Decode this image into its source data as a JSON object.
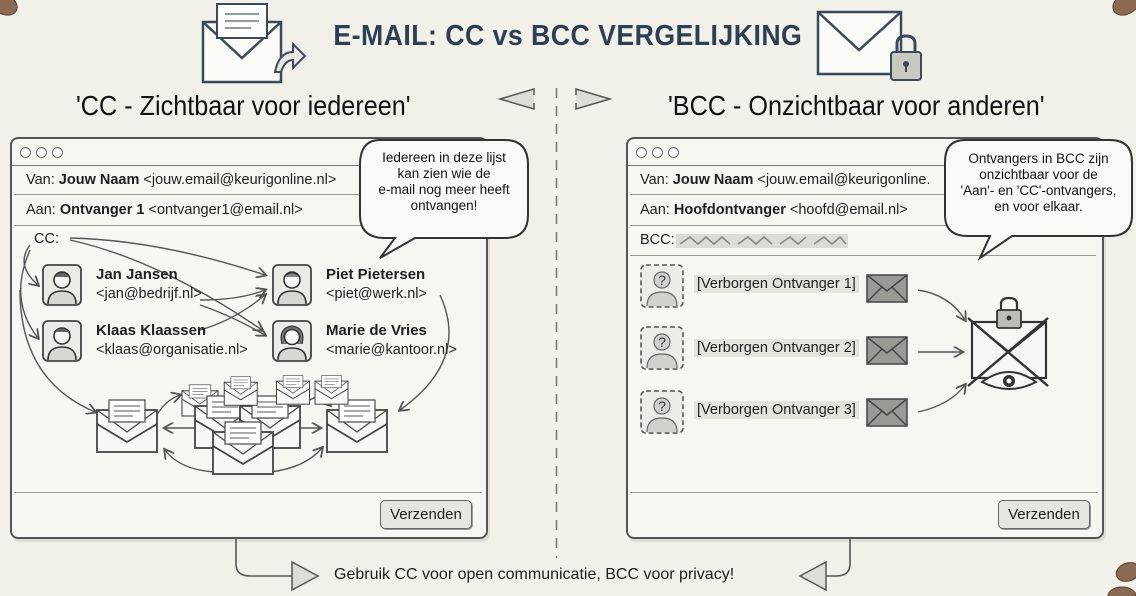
{
  "title": "E-MAIL: CC vs BCC VERGELIJKING",
  "left": {
    "heading": "'CC - Zichtbaar voor iedereen'",
    "from_label": "Van:",
    "from_name": "Jouw Naam",
    "from_email": "<jouw.email@keurigonline.nl>",
    "to_label": "Aan:",
    "to_name": "Ontvanger 1",
    "to_email": "<ontvanger1@email.nl>",
    "cc_label": "CC:",
    "bubble": [
      "Iedereen in deze lijst",
      "kan zien wie de",
      "e-mail nog meer heeft",
      "ontvangen!"
    ],
    "recipients": [
      {
        "name": "Jan Jansen",
        "email": "<jan@bedrijf.nl>"
      },
      {
        "name": "Piet Pietersen",
        "email": "<piet@werk.nl>"
      },
      {
        "name": "Klaas Klaassen",
        "email": "<klaas@organisatie.nl>"
      },
      {
        "name": "Marie de Vries",
        "email": "<marie@kantoor.nl>"
      }
    ],
    "send": "Verzenden"
  },
  "right": {
    "heading": "'BCC - Onzichtbaar voor anderen'",
    "from_label": "Van:",
    "from_name": "Jouw Naam",
    "from_email": "<jouw.email@keurigonline.",
    "to_label": "Aan:",
    "to_name": "Hoofdontvanger",
    "to_email": "<hoofd@email.nl>",
    "bcc_label": "BCC:",
    "bubble": [
      "Ontvangers in BCC zijn",
      "onzichtbaar voor de",
      "'Aan'- en 'CC'-ontvangers,",
      "en voor elkaar."
    ],
    "hidden": [
      "[Verborgen Ontvanger 1]",
      "[Verborgen Ontvanger 2]",
      "[Verborgen Ontvanger 3]"
    ],
    "send": "Verzenden"
  },
  "footer": "Gebruik CC voor open communicatie, BCC voor privacy!",
  "colors": {
    "background": "#f1f1ea",
    "title": "#2d3f52",
    "border": "#555555"
  }
}
